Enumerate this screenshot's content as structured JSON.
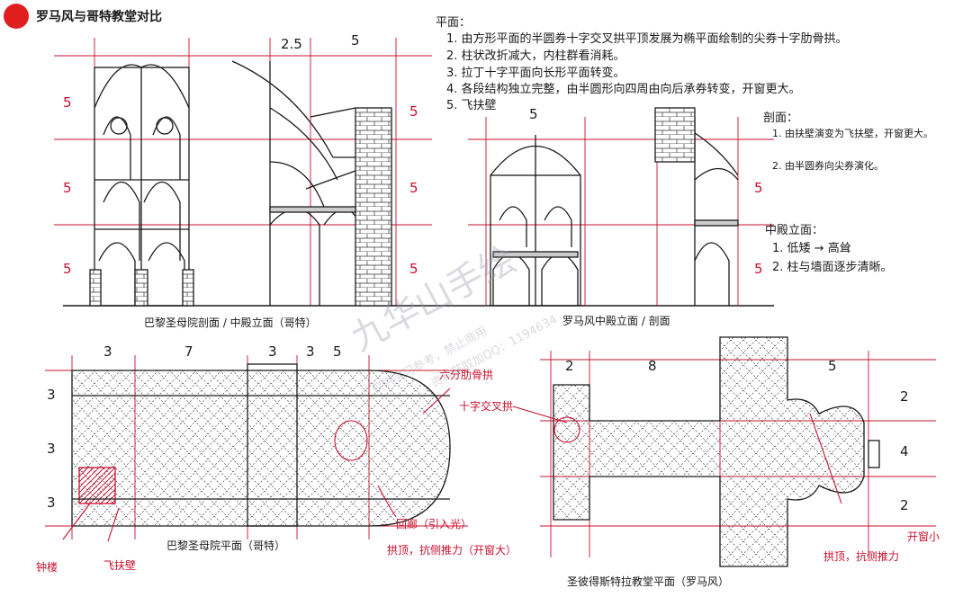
{
  "title": "罗马风与哥特教堂对比",
  "colors": {
    "ink": "#1a1a1a",
    "red": "#c8102e",
    "dot": "#e01e1e"
  },
  "notes_plan": {
    "heading": "平面：",
    "items": [
      "1. 由方形平面的半圆券十字交叉拱平顶发展为椭平面绘制的尖券十字肋骨拱。",
      "2. 柱状改折减大，内柱群看消耗。",
      "3. 拉丁十字平面向长形平面转变。",
      "4. 各段结构独立完整，由半圆形向四周由向后承券转变，开窗更大。",
      "5. 飞扶壁"
    ]
  },
  "notes_section": {
    "heading": "剖面：",
    "items": [
      "1. 由扶壁演变为飞扶壁，开窗更大。",
      "2. 由半圆券向尖券演化。"
    ]
  },
  "notes_elevation": {
    "heading": "中殿立面：",
    "items": [
      "1. 低矮 → 高耸",
      "2. 柱与墙面逐步清晰。"
    ]
  },
  "captions": {
    "gothic_section": "巴黎圣母院剖面 / 中殿立面（哥特）",
    "romanesque_section": "罗马风中殿立面 / 剖面",
    "gothic_plan": "巴黎圣母院平面（哥特）",
    "romanesque_plan": "圣彼得斯特拉教堂平面（罗马风）"
  },
  "annotations": {
    "cross_arch": "六分肋骨拱",
    "cross_vault": "十字交叉拱",
    "bell_tower": "钟楼",
    "flying_buttress": "飞扶壁",
    "ambulatory": "回廊（引入光）",
    "gothic_thrust": "拱顶，抗侧推力（开窗大）",
    "roman_thrust": "拱顶，抗侧推力",
    "roman_window": "开窗小"
  },
  "dims": {
    "g_height": [
      "5",
      "5",
      "5"
    ],
    "g_top": [
      "2.5",
      "5"
    ],
    "r_height": [
      "5",
      "5",
      "5"
    ],
    "r_top": [
      "5",
      "5",
      "5"
    ],
    "gp_top": [
      "3",
      "7",
      "3",
      "3",
      "5"
    ],
    "gp_side": [
      "3",
      "3",
      "3"
    ],
    "rp_top": [
      "2",
      "8",
      "5"
    ],
    "rp_side": [
      "2",
      "4",
      "2"
    ]
  },
  "watermark": {
    "brand": "九华山手绘",
    "line1": "仅供学习参考，禁止商用",
    "line2": "资料获取加QQ：1194634"
  }
}
